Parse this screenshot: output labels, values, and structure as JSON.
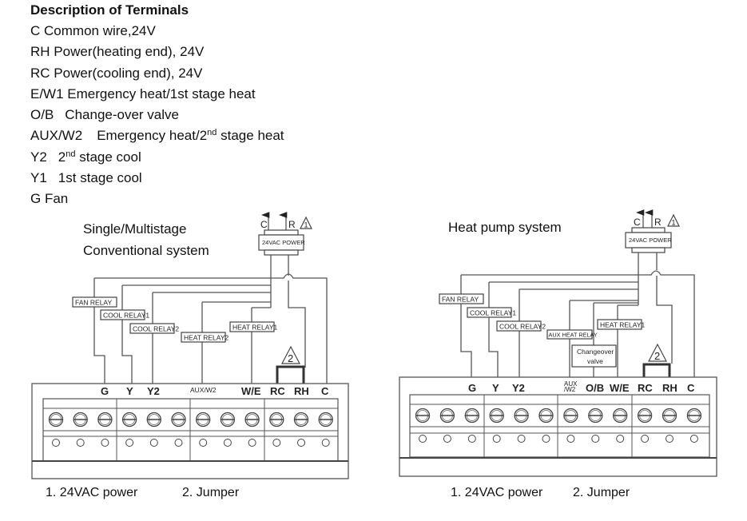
{
  "description": {
    "title": "Description of Terminals",
    "lines": [
      {
        "code": "C",
        "text": "Common wire,24V"
      },
      {
        "code": "RH",
        "text": "Power(heating end), 24V"
      },
      {
        "code": "RC",
        "text": "Power(cooling end), 24V"
      },
      {
        "code": "E/W1",
        "text": "Emergency heat/1st stage heat"
      },
      {
        "code": "O/B",
        "text": "Change-over valve"
      },
      {
        "code": "AUX/W2",
        "text_pre": "Emergency heat/2",
        "sup": "nd",
        "text_post": " stage heat"
      },
      {
        "code": "Y2",
        "text_pre": "2",
        "sup": "nd",
        "text_post": " stage cool"
      },
      {
        "code": "Y1",
        "text": "1st stage cool"
      },
      {
        "code": "G",
        "text": "Fan"
      }
    ]
  },
  "conventional": {
    "title_line1": "Single/Multistage",
    "title_line2": "Conventional system",
    "power_label": "24VAC POWER",
    "power_c": "C",
    "power_r": "R",
    "warning_1": "1",
    "warning_2": "2",
    "relays": [
      "FAN RELAY",
      "COOL RELAY1",
      "COOL RELAY2",
      "HEAT RELAY2",
      "HEAT RELAY1"
    ],
    "terminals": [
      "G",
      "Y",
      "Y2",
      "AUX/W2",
      "W/E",
      "RC",
      "RH",
      "C"
    ],
    "caption_1": "1. 24VAC power",
    "caption_2": "2. Jumper"
  },
  "heatpump": {
    "title": "Heat pump system",
    "power_label": "24VAC POWER",
    "power_c": "C",
    "power_r": "R",
    "warning_1": "1",
    "warning_2": "2",
    "relays": [
      "FAN RELAY",
      "COOL RELAY1",
      "COOL RELAY2",
      "AUX HEAT RELAY",
      "HEAT RELAY1"
    ],
    "changeover_line1": "Changeover",
    "changeover_line2": "valve",
    "terminals": [
      "G",
      "Y",
      "Y2",
      "AUX",
      "/W2",
      "O/B",
      "W/E",
      "RC",
      "RH",
      "C"
    ],
    "caption_1": "1. 24VAC power",
    "caption_2": "2. Jumper"
  }
}
